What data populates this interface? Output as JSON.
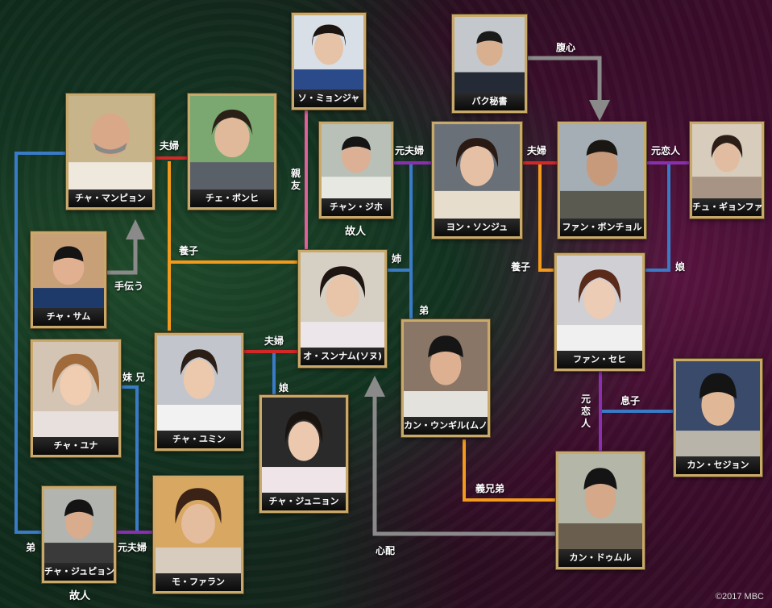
{
  "people": {
    "so_myeongja": {
      "name": "ソ・ミョンジャ"
    },
    "park": {
      "name": "パク秘書"
    },
    "cha_manbyeon": {
      "name": "チャ・マンピョン"
    },
    "choe_bonhi": {
      "name": "チェ・ボンヒ"
    },
    "chan_jiho": {
      "name": "チャン・ジホ"
    },
    "yeon_sonju": {
      "name": "ヨン・ソンジュ"
    },
    "fan_bonchol": {
      "name": "ファン・ボンチョル"
    },
    "chu_gyonfa": {
      "name": "チュ・ギョンファ"
    },
    "cha_samu": {
      "name": "チャ・サム"
    },
    "o_sunnam": {
      "name": "オ・スンナム(ソヌ)"
    },
    "fan_sehi": {
      "name": "ファン・セヒ"
    },
    "cha_yuna": {
      "name": "チャ・ユナ"
    },
    "cha_yumin": {
      "name": "チャ・ユミン"
    },
    "kan_ungil": {
      "name": "カン・ウンギル(ムノ)"
    },
    "kan_sejon": {
      "name": "カン・セジョン"
    },
    "cha_junyon": {
      "name": "チャ・ジュニョン"
    },
    "cha_jubyon": {
      "name": "チャ・ジュピョン"
    },
    "mo_faran": {
      "name": "モ・ファラン"
    },
    "kan_dumuru": {
      "name": "カン・ドゥムル"
    }
  },
  "relations": {
    "fukushin": "腹心",
    "fufu1": "夫婦",
    "motofufu1": "元夫婦",
    "fufu2": "夫婦",
    "motokoibito1": "元恋人",
    "shinyu": "親友",
    "yoshi1": "養子",
    "tetsudau": "手伝う",
    "ane": "姉",
    "yoshi2": "養子",
    "musume1": "娘",
    "ototo1": "弟",
    "fufu3": "夫婦",
    "musume2": "娘",
    "imoto_ani": "妹 兄",
    "motokoibito2": "元恋人",
    "musuko": "息子",
    "gikeitei": "義兄弟",
    "ototo2": "弟",
    "motofufu2": "元夫婦",
    "shinpai": "心配"
  },
  "notes": {
    "kojin1": "故人",
    "kojin2": "故人"
  },
  "copyright": "©2017 MBC"
}
